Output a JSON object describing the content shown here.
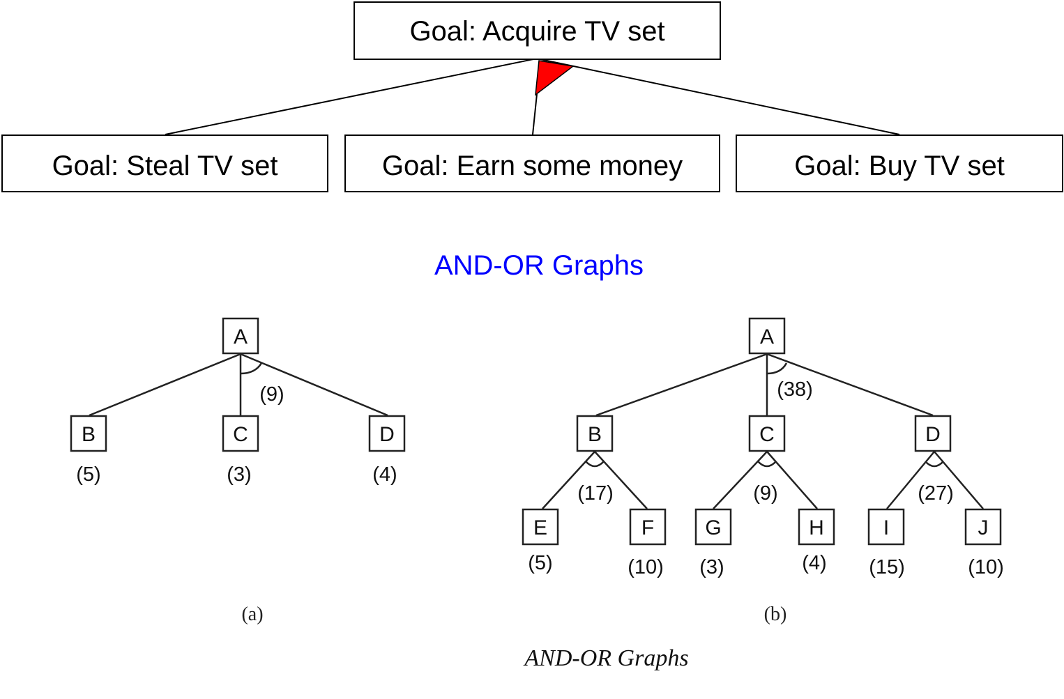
{
  "goal_tree": {
    "root": "Goal: Acquire TV set",
    "children": [
      "Goal: Steal TV set",
      "Goal: Earn some money",
      "Goal: Buy TV set"
    ],
    "and_marker_color": "#ff0000"
  },
  "section_title": "AND-OR Graphs",
  "section_title_color": "#0000ff",
  "graph_a": {
    "label": "(a)",
    "root": "A",
    "arc_cost": "(9)",
    "children": [
      {
        "name": "B",
        "cost": "(5)"
      },
      {
        "name": "C",
        "cost": "(3)"
      },
      {
        "name": "D",
        "cost": "(4)"
      }
    ]
  },
  "graph_b": {
    "label": "(b)",
    "root": "A",
    "arc_cost": "(38)",
    "children": [
      {
        "name": "B",
        "arc_cost": "(17)",
        "leaves": [
          {
            "name": "E",
            "cost": "(5)"
          },
          {
            "name": "F",
            "cost": "(10)"
          }
        ]
      },
      {
        "name": "C",
        "arc_cost": "(9)",
        "leaves": [
          {
            "name": "G",
            "cost": "(3)"
          },
          {
            "name": "H",
            "cost": "(4)"
          }
        ]
      },
      {
        "name": "D",
        "arc_cost": "(27)",
        "leaves": [
          {
            "name": "I",
            "cost": "(15)"
          },
          {
            "name": "J",
            "cost": "(10)"
          }
        ]
      }
    ]
  },
  "caption": "AND-OR Graphs"
}
